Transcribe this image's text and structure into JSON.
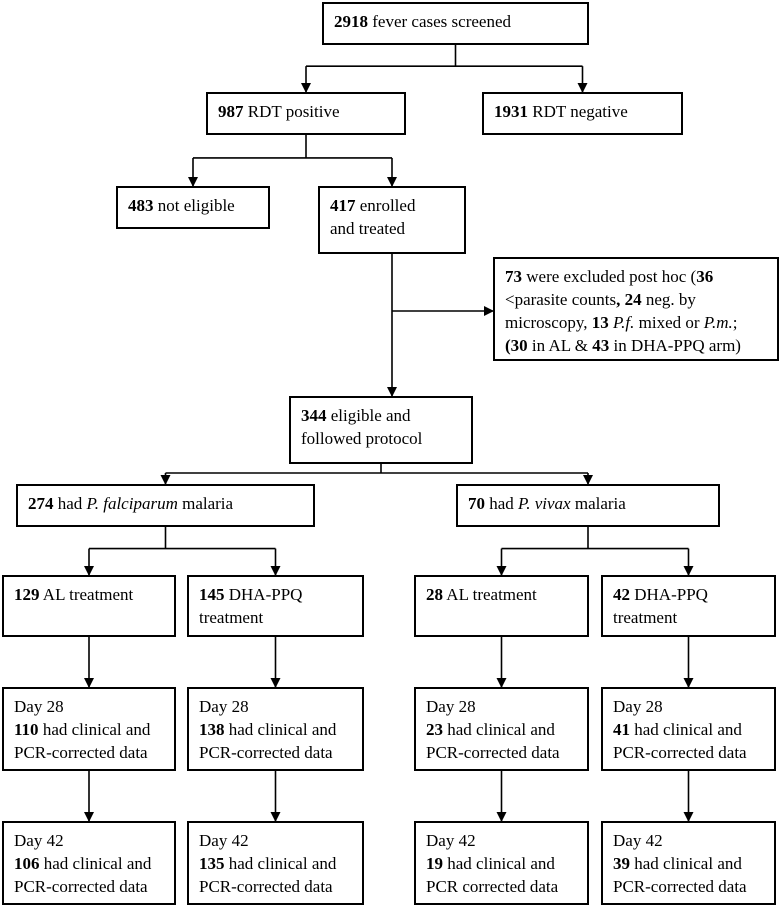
{
  "colors": {
    "line": "#000000",
    "box_border": "#000000",
    "background": "#ffffff"
  },
  "nodes": {
    "screened": {
      "lines": [
        [
          {
            "b": "2918"
          },
          {
            "t": " fever cases screened"
          }
        ]
      ]
    },
    "rdt_pos": {
      "lines": [
        [
          {
            "b": "987"
          },
          {
            "t": " RDT positive"
          }
        ]
      ]
    },
    "rdt_neg": {
      "lines": [
        [
          {
            "b": "1931"
          },
          {
            "t": " RDT negative"
          }
        ]
      ]
    },
    "not_eligible": {
      "lines": [
        [
          {
            "b": "483"
          },
          {
            "t": " not eligible"
          }
        ]
      ]
    },
    "enrolled": {
      "lines": [
        [
          {
            "b": "417"
          },
          {
            "t": " enrolled"
          }
        ],
        [
          {
            "t": "and treated"
          }
        ]
      ]
    },
    "excluded": {
      "lines": [
        [
          {
            "b": "73"
          },
          {
            "t": " were excluded post hoc ("
          },
          {
            "b": "36"
          }
        ],
        [
          {
            "t": "<parasite counts"
          },
          {
            "b": ", 24"
          },
          {
            "t": " neg. by"
          }
        ],
        [
          {
            "t": "microscopy, "
          },
          {
            "b": "13"
          },
          {
            "t": " "
          },
          {
            "i": "P.f."
          },
          {
            "t": " mixed or "
          },
          {
            "i": "P.m."
          },
          {
            "t": ";"
          }
        ],
        [
          {
            "b": "(30"
          },
          {
            "t": " in AL & "
          },
          {
            "b": "43"
          },
          {
            "t": " in DHA-PPQ arm)"
          }
        ]
      ]
    },
    "eligible": {
      "lines": [
        [
          {
            "b": "344"
          },
          {
            "t": " eligible and"
          }
        ],
        [
          {
            "t": "followed protocol"
          }
        ]
      ]
    },
    "pf": {
      "lines": [
        [
          {
            "b": "274"
          },
          {
            "t": " had "
          },
          {
            "i": "P. falciparum"
          },
          {
            "t": " malaria"
          }
        ]
      ]
    },
    "pv": {
      "lines": [
        [
          {
            "b": "70"
          },
          {
            "t": " had "
          },
          {
            "i": "P. vivax"
          },
          {
            "t": " malaria"
          }
        ]
      ]
    },
    "pf_al": {
      "lines": [
        [
          {
            "b": "129"
          },
          {
            "t": " AL treatment"
          }
        ]
      ]
    },
    "pf_dha": {
      "lines": [
        [
          {
            "b": "145"
          },
          {
            "t": " DHA-PPQ"
          }
        ],
        [
          {
            "t": "treatment"
          }
        ]
      ]
    },
    "pv_al": {
      "lines": [
        [
          {
            "b": "28"
          },
          {
            "t": " AL treatment"
          }
        ]
      ]
    },
    "pv_dha": {
      "lines": [
        [
          {
            "b": "42"
          },
          {
            "t": " DHA-PPQ"
          }
        ],
        [
          {
            "t": "treatment"
          }
        ]
      ]
    },
    "pf_al_d28": {
      "lines": [
        [
          {
            "t": "Day 28"
          }
        ],
        [
          {
            "b": "110"
          },
          {
            "t": " had clinical and"
          }
        ],
        [
          {
            "t": "PCR-corrected data"
          }
        ]
      ]
    },
    "pf_dha_d28": {
      "lines": [
        [
          {
            "t": "Day 28"
          }
        ],
        [
          {
            "b": "138"
          },
          {
            "t": " had clinical and"
          }
        ],
        [
          {
            "t": "PCR-corrected data"
          }
        ]
      ]
    },
    "pv_al_d28": {
      "lines": [
        [
          {
            "t": "Day 28"
          }
        ],
        [
          {
            "b": "23"
          },
          {
            "t": " had clinical and"
          }
        ],
        [
          {
            "t": "PCR-corrected data"
          }
        ]
      ]
    },
    "pv_dha_d28": {
      "lines": [
        [
          {
            "t": "Day 28"
          }
        ],
        [
          {
            "b": "41"
          },
          {
            "t": " had clinical and"
          }
        ],
        [
          {
            "t": "PCR-corrected data"
          }
        ]
      ]
    },
    "pf_al_d42": {
      "lines": [
        [
          {
            "t": "Day 42"
          }
        ],
        [
          {
            "b": "106"
          },
          {
            "t": " had clinical and"
          }
        ],
        [
          {
            "t": "PCR-corrected data"
          }
        ]
      ]
    },
    "pf_dha_d42": {
      "lines": [
        [
          {
            "t": "Day 42"
          }
        ],
        [
          {
            "b": "135"
          },
          {
            "t": " had clinical and"
          }
        ],
        [
          {
            "t": "PCR-corrected data"
          }
        ]
      ]
    },
    "pv_al_d42": {
      "lines": [
        [
          {
            "t": "Day 42"
          }
        ],
        [
          {
            "b": "19"
          },
          {
            "t": " had clinical and"
          }
        ],
        [
          {
            "t": "PCR corrected data"
          }
        ]
      ]
    },
    "pv_dha_d42": {
      "lines": [
        [
          {
            "t": "Day 42"
          }
        ],
        [
          {
            "b": "39"
          },
          {
            "t": " had clinical and"
          }
        ],
        [
          {
            "t": "PCR-corrected data"
          }
        ]
      ]
    }
  },
  "edges": [
    [
      "screened",
      "rdt_pos"
    ],
    [
      "screened",
      "rdt_neg"
    ],
    [
      "rdt_pos",
      "not_eligible"
    ],
    [
      "rdt_pos",
      "enrolled"
    ],
    [
      "enrolled",
      "eligible"
    ],
    [
      "enrolled",
      "excluded"
    ],
    [
      "eligible",
      "pf"
    ],
    [
      "eligible",
      "pv"
    ],
    [
      "pf",
      "pf_al"
    ],
    [
      "pf",
      "pf_dha"
    ],
    [
      "pv",
      "pv_al"
    ],
    [
      "pv",
      "pv_dha"
    ],
    [
      "pf_al",
      "pf_al_d28"
    ],
    [
      "pf_dha",
      "pf_dha_d28"
    ],
    [
      "pv_al",
      "pv_al_d28"
    ],
    [
      "pv_dha",
      "pv_dha_d28"
    ],
    [
      "pf_al_d28",
      "pf_al_d42"
    ],
    [
      "pf_dha_d28",
      "pf_dha_d42"
    ],
    [
      "pv_al_d28",
      "pv_al_d42"
    ],
    [
      "pv_dha_d28",
      "pv_dha_d42"
    ]
  ]
}
